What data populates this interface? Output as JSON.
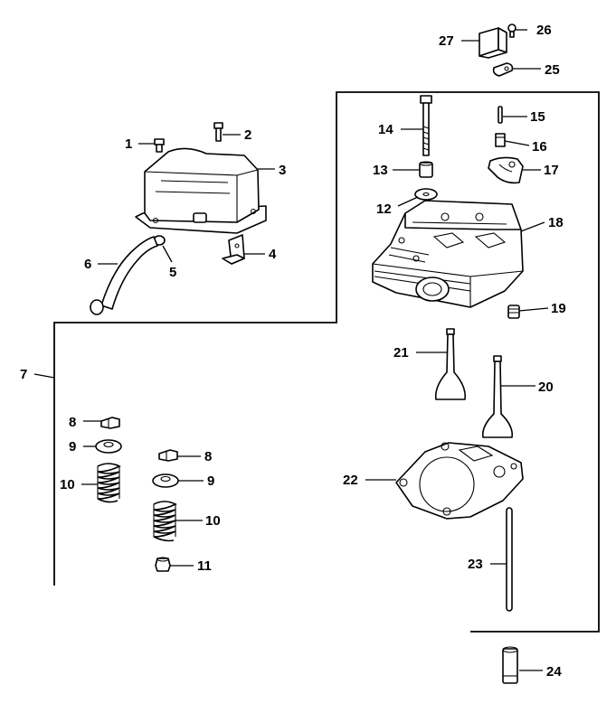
{
  "callouts": [
    {
      "id": "1",
      "text": "1"
    },
    {
      "id": "2",
      "text": "2"
    },
    {
      "id": "3",
      "text": "3"
    },
    {
      "id": "4",
      "text": "4"
    },
    {
      "id": "5",
      "text": "5"
    },
    {
      "id": "6",
      "text": "6"
    },
    {
      "id": "7",
      "text": "7"
    },
    {
      "id": "8a",
      "text": "8"
    },
    {
      "id": "8b",
      "text": "8"
    },
    {
      "id": "9a",
      "text": "9"
    },
    {
      "id": "9b",
      "text": "9"
    },
    {
      "id": "10a",
      "text": "10"
    },
    {
      "id": "10b",
      "text": "10"
    },
    {
      "id": "11",
      "text": "11"
    },
    {
      "id": "12",
      "text": "12"
    },
    {
      "id": "13",
      "text": "13"
    },
    {
      "id": "14",
      "text": "14"
    },
    {
      "id": "15",
      "text": "15"
    },
    {
      "id": "16",
      "text": "16"
    },
    {
      "id": "17",
      "text": "17"
    },
    {
      "id": "18",
      "text": "18"
    },
    {
      "id": "19",
      "text": "19"
    },
    {
      "id": "20",
      "text": "20"
    },
    {
      "id": "21",
      "text": "21"
    },
    {
      "id": "22",
      "text": "22"
    },
    {
      "id": "23",
      "text": "23"
    },
    {
      "id": "24",
      "text": "24"
    },
    {
      "id": "25",
      "text": "25"
    },
    {
      "id": "26",
      "text": "26"
    },
    {
      "id": "27",
      "text": "27"
    }
  ]
}
